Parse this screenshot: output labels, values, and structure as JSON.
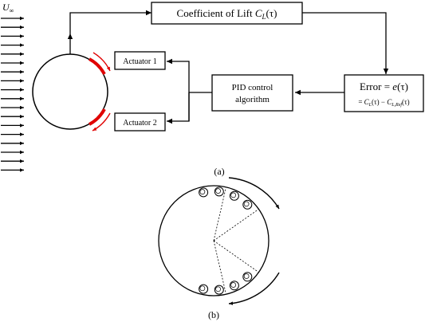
{
  "freestream": {
    "label": "U∞",
    "symbol": "U",
    "subscript": "∞",
    "arrow_count": 18
  },
  "boxes": {
    "lift": {
      "text": "Coefficient of Lift ",
      "var": "C",
      "sub": "L",
      "arg": "(τ)"
    },
    "pid": {
      "line1": "PID control",
      "line2": "algorithm"
    },
    "error": {
      "line1_text": "Error = ",
      "line1_var": "e",
      "line1_arg": "(τ)",
      "line2_lhs": "= ",
      "line2_var1": "C",
      "line2_sub1": "L",
      "line2_mid": "(τ) − ",
      "line2_var2": "C",
      "line2_sub2": "L,Ref",
      "line2_arg": "(τ)"
    },
    "actuator1": {
      "text": "Actuator 1"
    },
    "actuator2": {
      "text": "Actuator 2"
    }
  },
  "captions": {
    "a": "(a)",
    "b": "(b)"
  },
  "colors": {
    "line": "#000000",
    "actuator": "#e00000",
    "background": "#ffffff"
  },
  "detail": {
    "jets_per_row": 4
  }
}
